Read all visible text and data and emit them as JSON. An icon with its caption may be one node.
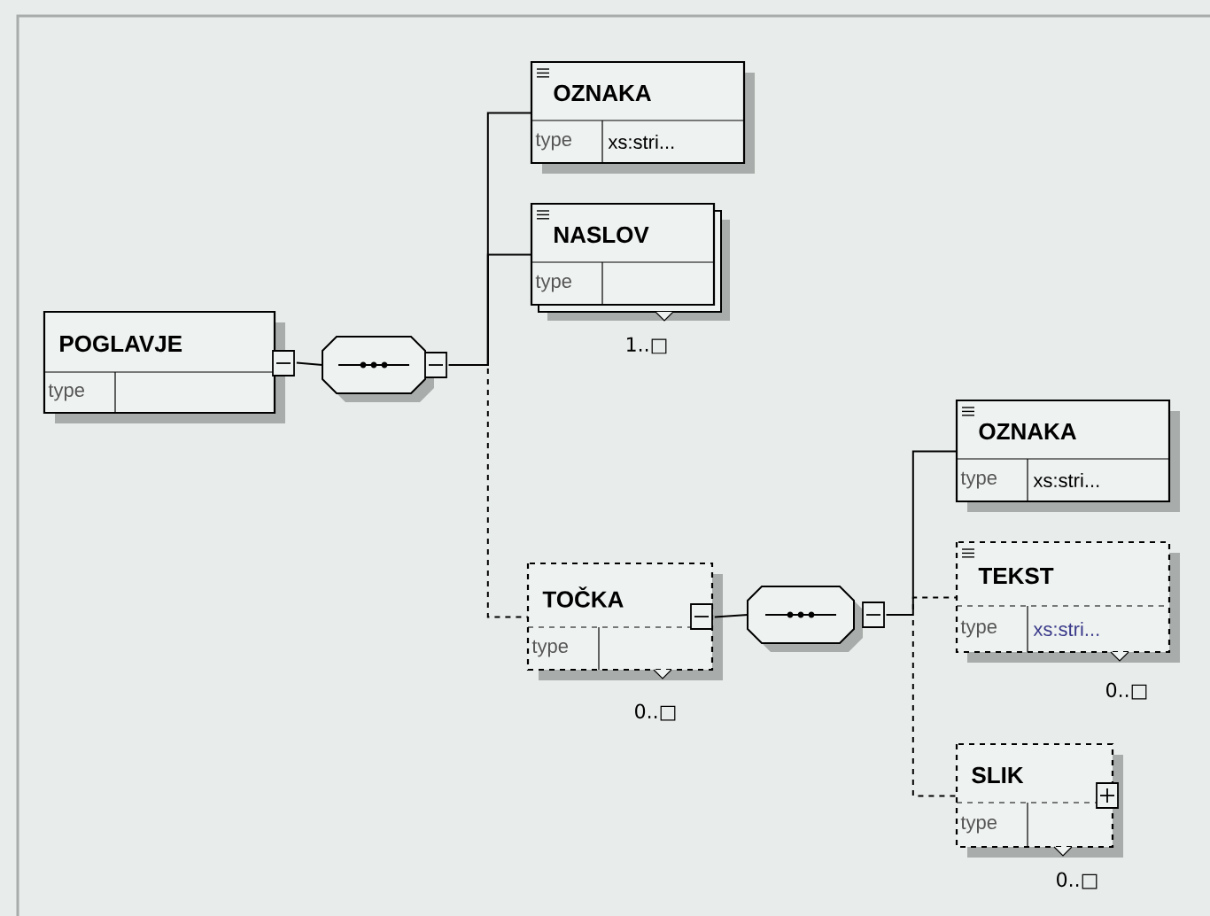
{
  "diagram": {
    "nodes": [
      {
        "text": [
          "POGLAVJE",
          "type"
        ]
      },
      {
        "text": [],
        "shape": "octagon"
      },
      {
        "text": [
          "OZNAKA",
          "type",
          "xs:stri..."
        ]
      },
      {
        "text": [
          "NASLOV",
          "type"
        ],
        "beside": [
          "1..□"
        ]
      },
      {
        "text": [
          "TOČKA",
          "type"
        ],
        "beside": [
          "0..□"
        ]
      },
      {
        "text": [],
        "shape": "octagon"
      },
      {
        "text": [
          "OZNAKA",
          "type",
          "xs:stri..."
        ]
      },
      {
        "text": [
          "TEKST",
          "type",
          "xs:stri..."
        ],
        "beside": [
          "0..□"
        ]
      },
      {
        "text": [
          "SLIK",
          "type"
        ],
        "beside": [
          "0..□"
        ]
      }
    ],
    "edges": [
      {
        "from": 0,
        "to": 1,
        "arrow": "none"
      },
      {
        "from": 1,
        "to": 2,
        "arrow": "none"
      },
      {
        "from": 1,
        "to": 3,
        "arrow": "none"
      },
      {
        "from": 1,
        "to": 4,
        "arrow": "none",
        "style": "dashed"
      },
      {
        "from": 4,
        "to": 5,
        "arrow": "none"
      },
      {
        "from": 5,
        "to": 6,
        "arrow": "none"
      },
      {
        "from": 5,
        "to": 7,
        "arrow": "none",
        "style": "dashed"
      },
      {
        "from": 5,
        "to": 8,
        "arrow": "none",
        "style": "dashed"
      }
    ]
  }
}
